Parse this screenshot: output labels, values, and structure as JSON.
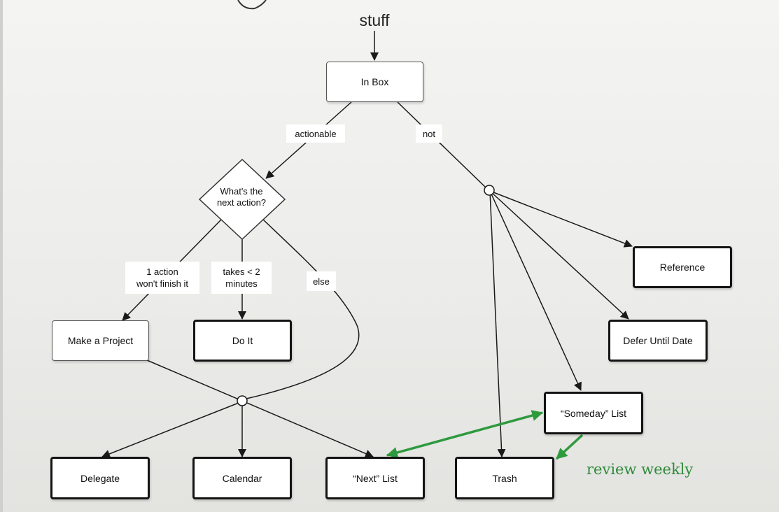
{
  "title": "stuff",
  "nodes": {
    "in_box": "In Box",
    "decision": "What's the\nnext action?",
    "make_project": "Make a Project",
    "do_it": "Do It",
    "reference": "Reference",
    "defer": "Defer Until Date",
    "someday": "“Someday” List",
    "delegate": "Delegate",
    "calendar": "Calendar",
    "next_list": "“Next” List",
    "trash": "Trash"
  },
  "edge_labels": {
    "actionable": "actionable",
    "not": "not",
    "one_action": "1 action\nwon't finish it",
    "takes_less": "takes < 2\nminutes",
    "else": "else"
  },
  "annotation": "review weekly",
  "colors": {
    "green": "#2e9a3e",
    "line": "#1a1a1a",
    "annotation": "#2e8b3a"
  }
}
